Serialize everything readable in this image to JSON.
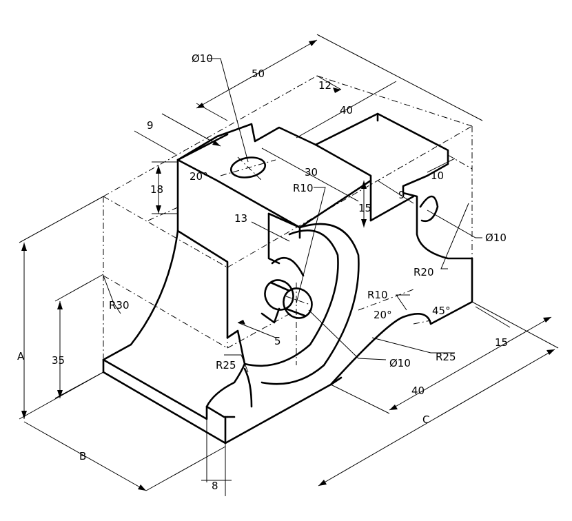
{
  "drawing": {
    "labels": {
      "dia10_top": "Ø10",
      "dim50": "50",
      "dim12": "12",
      "dim40_top": "40",
      "dim9_left": "9",
      "dim30": "30",
      "dim20deg_left": "20°",
      "dim18": "18",
      "r10_center": "R10",
      "dim13": "13",
      "dim15_mid": "15",
      "dim9_right": "9",
      "dim10": "10",
      "dia10_right": "Ø10",
      "r20": "R20",
      "r30": "R30",
      "dim_a": "A",
      "dim35": "35",
      "dim5": "5",
      "r25_left": "R25",
      "dia10_bottom": "Ø10",
      "r25_right": "R25",
      "r10_right": "R10",
      "dim20deg_right": "20°",
      "dim45deg": "45°",
      "dim15_right": "15",
      "dim40_bottom": "40",
      "dim_b": "B",
      "dim_c": "C",
      "dim8": "8"
    }
  }
}
